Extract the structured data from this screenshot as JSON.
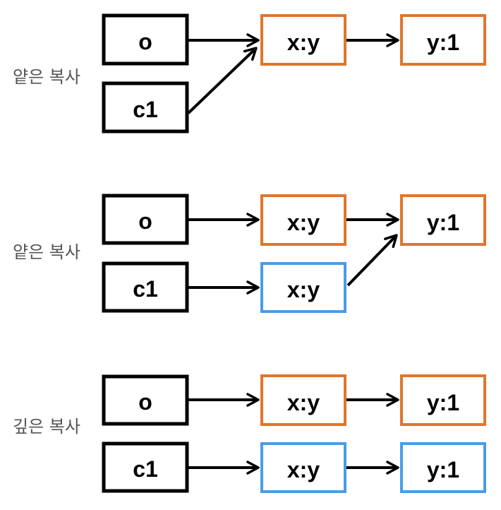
{
  "colors": {
    "variable_border": "#000000",
    "shared_object_border": "#E0762D",
    "copied_object_border": "#4A9CE8",
    "arrow": "#000000",
    "label_text": "#555555",
    "background": "#FFFFFF"
  },
  "sections": [
    {
      "id": "shallow-1",
      "label": "얕은 복사",
      "rows": [
        {
          "var": "o",
          "objects": [
            {
              "text": "x:y",
              "kind": "shared"
            },
            {
              "text": "y:1",
              "kind": "shared"
            }
          ]
        },
        {
          "var": "c1",
          "objects": []
        }
      ]
    },
    {
      "id": "shallow-2",
      "label": "얕은 복사",
      "rows": [
        {
          "var": "o",
          "objects": [
            {
              "text": "x:y",
              "kind": "shared"
            },
            {
              "text": "y:1",
              "kind": "shared"
            }
          ]
        },
        {
          "var": "c1",
          "objects": [
            {
              "text": "x:y",
              "kind": "copied"
            }
          ]
        }
      ]
    },
    {
      "id": "deep",
      "label": "깊은 복사",
      "rows": [
        {
          "var": "o",
          "objects": [
            {
              "text": "x:y",
              "kind": "shared"
            },
            {
              "text": "y:1",
              "kind": "shared"
            }
          ]
        },
        {
          "var": "c1",
          "objects": [
            {
              "text": "x:y",
              "kind": "copied"
            },
            {
              "text": "y:1",
              "kind": "copied"
            }
          ]
        }
      ]
    }
  ]
}
